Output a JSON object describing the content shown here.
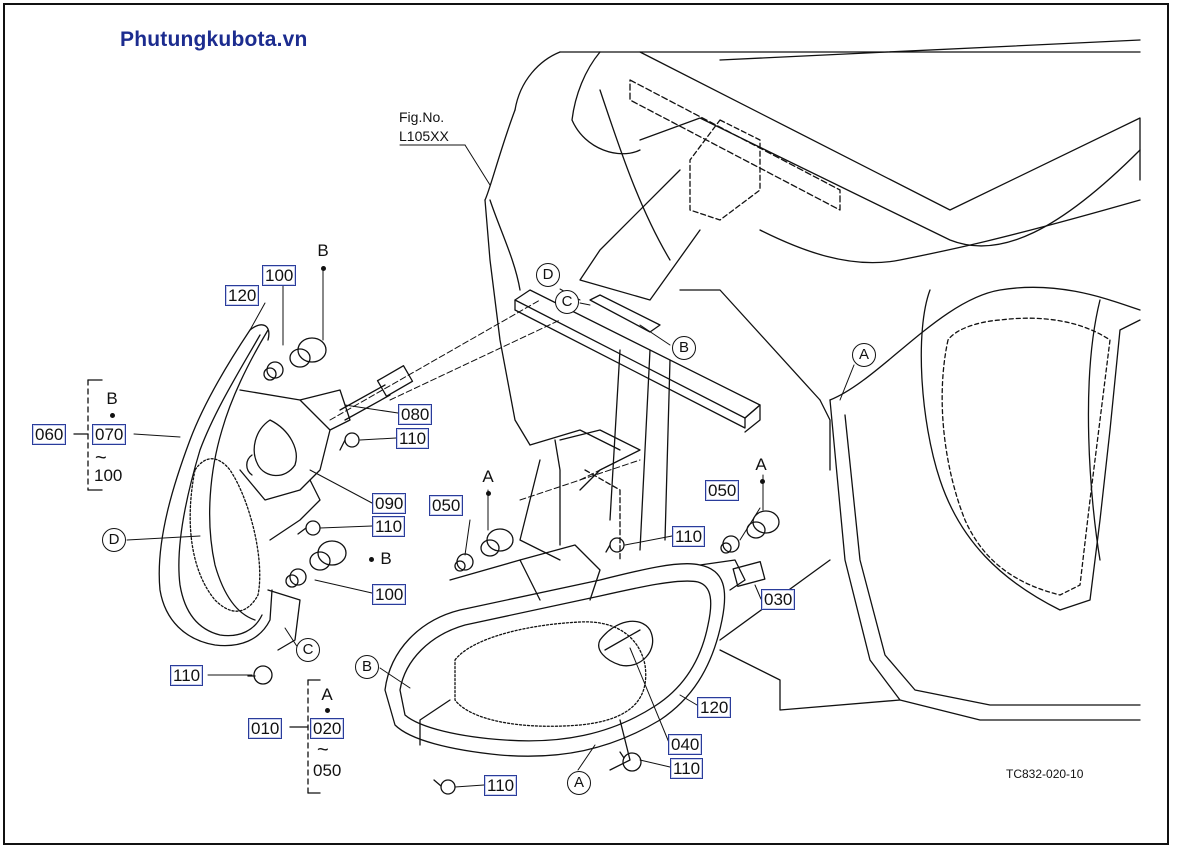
{
  "header": {
    "watermark": "Phutungkubota.vn"
  },
  "figure_ref": {
    "line1": "Fig.No.",
    "line2": "L105XX"
  },
  "drawing_code": "TC832-020-10",
  "part_numbers": {
    "p010": "010",
    "p020": "020",
    "p030": "030",
    "p040": "040",
    "p050a": "050",
    "p050b": "050",
    "p050c": "050",
    "p060": "060",
    "p070": "070",
    "p080": "080",
    "p090": "090",
    "p100a": "100",
    "p100b": "100",
    "p100c": "100",
    "p110a": "110",
    "p110b": "110",
    "p110c": "110",
    "p110d": "110",
    "p110e": "110",
    "p110f": "110",
    "p120a": "120",
    "p120b": "120"
  },
  "ref_letters": {
    "a": "A",
    "b": "B",
    "c": "C",
    "d": "D",
    "tilde": "~"
  },
  "colors": {
    "line": "#111111",
    "box_border": "#2a3c9a",
    "watermark": "#1c2c8f"
  }
}
